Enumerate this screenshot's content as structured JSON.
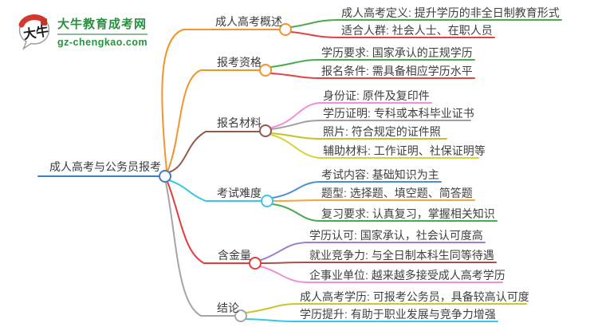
{
  "logo": {
    "site_name": "大牛教育成考网",
    "domain": "gz-chengkao.com",
    "icon_text": "大牛",
    "brand_green": "#28913f",
    "brand_red": "#d5382e"
  },
  "root": {
    "label": "成人高考与公务员报考",
    "color": "#3b7ec2"
  },
  "branches": [
    {
      "label": "成人高考概述",
      "color": "#f2952c",
      "leaves": [
        {
          "label": "成人高考定义: 提升学历的非全日制教育形式",
          "color": "#4aa94f"
        },
        {
          "label": "适合人群: 社会人士、在职人员",
          "color": "#e04343"
        }
      ]
    },
    {
      "label": "报考资格",
      "color": "#f2952c",
      "leaves": [
        {
          "label": "学历要求: 国家承认的正规学历",
          "color": "#4aa94f"
        },
        {
          "label": "报名条件: 需具备相应学历水平",
          "color": "#e04343"
        }
      ]
    },
    {
      "label": "报名材料",
      "color": "#96584a",
      "leaves": [
        {
          "label": "身份证: 原件及复印件",
          "color": "#ef90dc"
        },
        {
          "label": "学历证明: 专科或本科毕业证书",
          "color": "#a0a0a0"
        },
        {
          "label": "照片: 符合规定的证件照",
          "color": "#c8c12c"
        },
        {
          "label": "辅助材料: 工作证明、社保证明等",
          "color": "#d9d238"
        }
      ]
    },
    {
      "label": "考试难度",
      "color": "#3cc5e4",
      "leaves": [
        {
          "label": "考试内容: 基础知识为主",
          "color": "#4a8fd3"
        },
        {
          "label": "题型: 选择题、填空题、简答题",
          "color": "#f5a53c"
        },
        {
          "label": "复习要求: 认真复习，掌握相关知识",
          "color": "#4aa94f"
        }
      ]
    },
    {
      "label": "含金量",
      "color": "#e23d3d",
      "leaves": [
        {
          "label": "学历认可: 国家承认，社会认可度高",
          "color": "#9c80d5"
        },
        {
          "label": "就业竞争力: 与全日制本科生同等待遇",
          "color": "#a4524a"
        },
        {
          "label": "企事业单位: 越来越多接受成人高考学历",
          "color": "#f08fd8"
        }
      ]
    },
    {
      "label": "结论",
      "color": "#a5a5a5",
      "leaves": [
        {
          "label": "成人高考学历: 可报考公务员，具备较高认可度",
          "color": "#cdc52f"
        },
        {
          "label": "学历提升: 有助于职业发展与竞争力增强",
          "color": "#38c7e5"
        }
      ]
    }
  ]
}
